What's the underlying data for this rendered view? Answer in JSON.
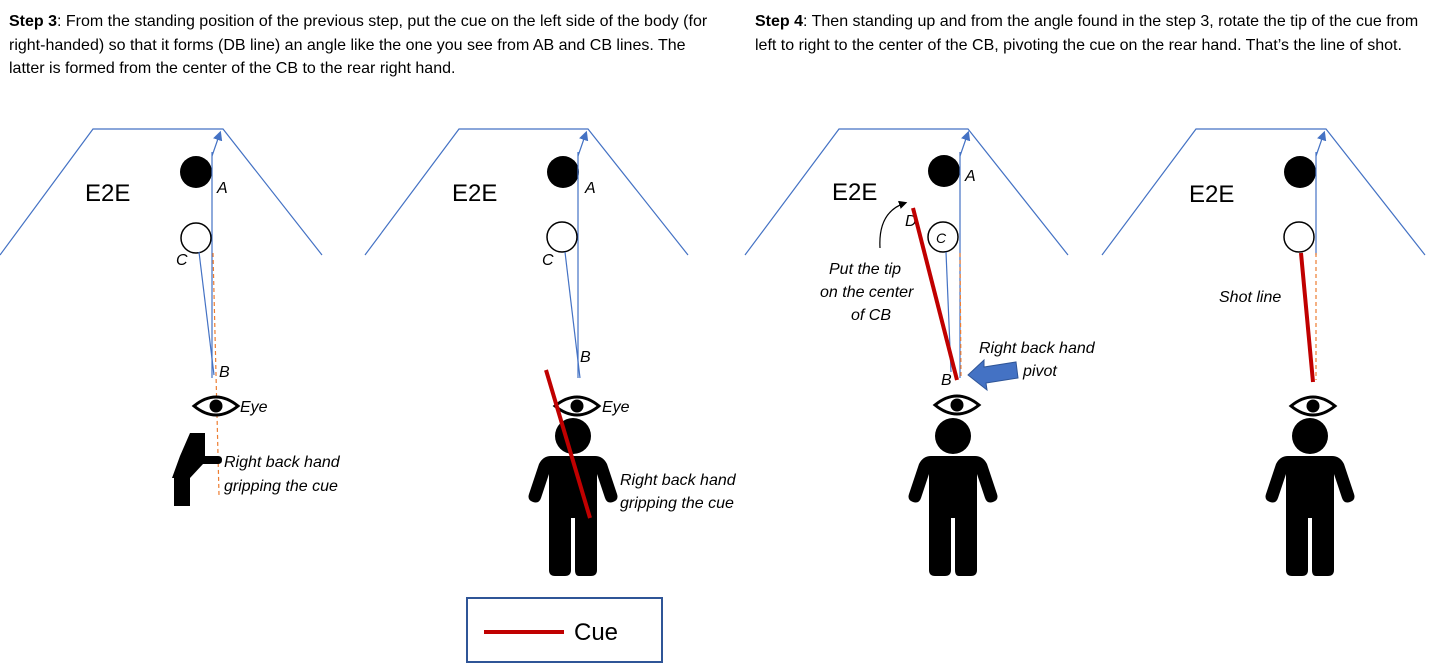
{
  "step3": {
    "label": "Step 3",
    "text": ": From the standing position of the previous step, put the cue on the left side of the body (for right-handed) so that it forms (DB line) an angle like the one you see from AB and CB lines. The latter is formed from the center of the CB to the rear right hand."
  },
  "step4": {
    "label": "Step 4",
    "text": ": Then standing up and from the angle found in the step 3, rotate the tip of the cue from left to right to the center of the CB, pivoting the cue on the rear hand. That’s the line of shot."
  },
  "panels": [
    {
      "e2e": "E2E",
      "a": "A",
      "c": "C",
      "b": "B",
      "eye": "Eye",
      "hand1": "Right back hand",
      "hand2": "gripping the cue"
    },
    {
      "e2e": "E2E",
      "a": "A",
      "c": "C",
      "b": "B",
      "eye": "Eye",
      "hand1": "Right back hand",
      "hand2": "gripping the cue"
    },
    {
      "e2e": "E2E",
      "a": "A",
      "c": "C",
      "b": "B",
      "d": "D",
      "tip1": "Put the tip",
      "tip2": "on the center",
      "tip3": "of CB",
      "pivot1": "Right back hand",
      "pivot2": "pivot"
    },
    {
      "e2e": "E2E",
      "shot": "Shot line"
    }
  ],
  "legend": {
    "label": "Cue"
  },
  "colors": {
    "cue": "#C00000",
    "line": "#4472C4",
    "dashed": "#ED7D31",
    "arrow": "#4472C4",
    "legend_border": "#2F5597"
  }
}
